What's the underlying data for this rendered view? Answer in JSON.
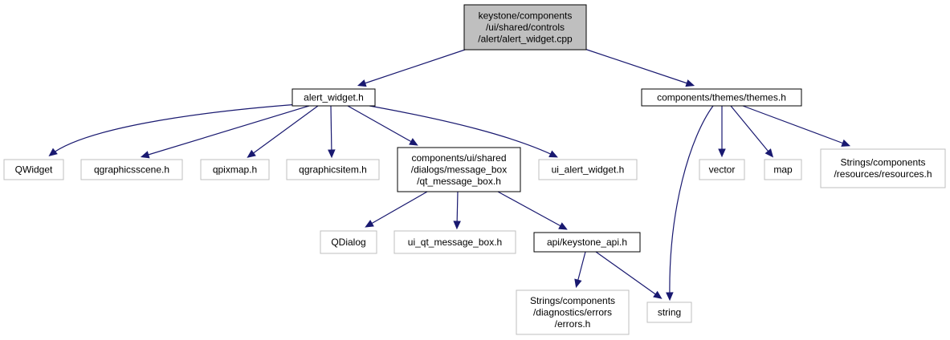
{
  "graph": {
    "nodes": [
      {
        "id": "alert_widget_cpp",
        "lines": [
          "keystone/components",
          "/ui/shared/controls",
          "/alert/alert_widget.cpp"
        ],
        "kind": "root"
      },
      {
        "id": "alert_widget_h",
        "lines": [
          "alert_widget.h"
        ],
        "kind": "linked"
      },
      {
        "id": "themes_h",
        "lines": [
          "components/themes/themes.h"
        ],
        "kind": "linked"
      },
      {
        "id": "qwidget",
        "lines": [
          "QWidget"
        ],
        "kind": "external"
      },
      {
        "id": "qgraphicsscene_h",
        "lines": [
          "qgraphicsscene.h"
        ],
        "kind": "external"
      },
      {
        "id": "qpixmap_h",
        "lines": [
          "qpixmap.h"
        ],
        "kind": "external"
      },
      {
        "id": "qgraphicsitem_h",
        "lines": [
          "qgraphicsitem.h"
        ],
        "kind": "external"
      },
      {
        "id": "qt_message_box_h",
        "lines": [
          "components/ui/shared",
          "/dialogs/message_box",
          "/qt_message_box.h"
        ],
        "kind": "linked"
      },
      {
        "id": "ui_alert_widget_h",
        "lines": [
          "ui_alert_widget.h"
        ],
        "kind": "external"
      },
      {
        "id": "vector",
        "lines": [
          "vector"
        ],
        "kind": "external"
      },
      {
        "id": "map",
        "lines": [
          "map"
        ],
        "kind": "external"
      },
      {
        "id": "resources_h",
        "lines": [
          "Strings/components",
          "/resources/resources.h"
        ],
        "kind": "external"
      },
      {
        "id": "qdialog",
        "lines": [
          "QDialog"
        ],
        "kind": "external"
      },
      {
        "id": "ui_qt_message_box_h",
        "lines": [
          "ui_qt_message_box.h"
        ],
        "kind": "external"
      },
      {
        "id": "keystone_api_h",
        "lines": [
          "api/keystone_api.h"
        ],
        "kind": "linked"
      },
      {
        "id": "errors_h",
        "lines": [
          "Strings/components",
          "/diagnostics/errors",
          "/errors.h"
        ],
        "kind": "external"
      },
      {
        "id": "string",
        "lines": [
          "string"
        ],
        "kind": "external"
      }
    ],
    "edges": [
      {
        "from": "alert_widget_cpp",
        "to": "alert_widget_h"
      },
      {
        "from": "alert_widget_cpp",
        "to": "themes_h"
      },
      {
        "from": "alert_widget_h",
        "to": "qwidget"
      },
      {
        "from": "alert_widget_h",
        "to": "qgraphicsscene_h"
      },
      {
        "from": "alert_widget_h",
        "to": "qpixmap_h"
      },
      {
        "from": "alert_widget_h",
        "to": "qgraphicsitem_h"
      },
      {
        "from": "alert_widget_h",
        "to": "qt_message_box_h"
      },
      {
        "from": "alert_widget_h",
        "to": "ui_alert_widget_h"
      },
      {
        "from": "qt_message_box_h",
        "to": "qdialog"
      },
      {
        "from": "qt_message_box_h",
        "to": "ui_qt_message_box_h"
      },
      {
        "from": "qt_message_box_h",
        "to": "keystone_api_h"
      },
      {
        "from": "keystone_api_h",
        "to": "errors_h"
      },
      {
        "from": "keystone_api_h",
        "to": "string"
      },
      {
        "from": "themes_h",
        "to": "string"
      },
      {
        "from": "themes_h",
        "to": "vector"
      },
      {
        "from": "themes_h",
        "to": "map"
      },
      {
        "from": "themes_h",
        "to": "resources_h"
      }
    ],
    "colors": {
      "edge": "#191970",
      "root_fill": "#bfbfbf",
      "linked_border": "#000000",
      "external_border": "#bfbfbf"
    }
  }
}
